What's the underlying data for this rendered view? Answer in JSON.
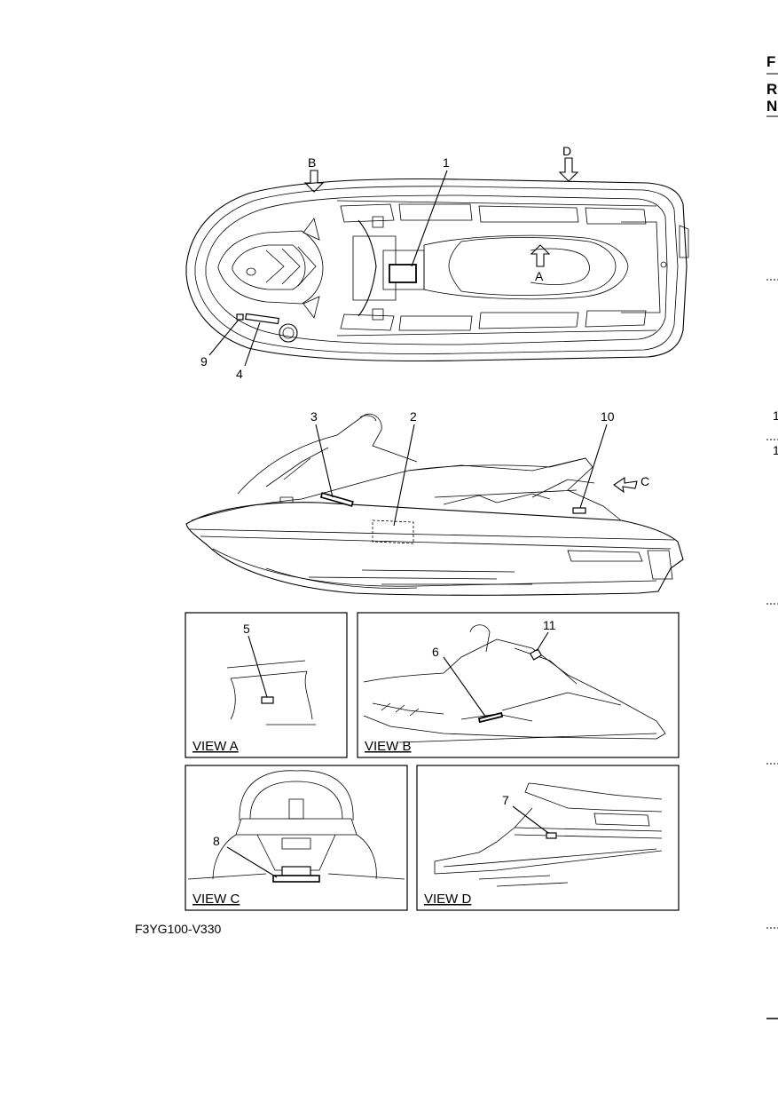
{
  "edge_tabs": [
    "F",
    "R",
    "N"
  ],
  "edge_marks": [
    "1",
    "1"
  ],
  "callouts": {
    "top_view": {
      "n1": "1",
      "n9": "9",
      "n4": "4",
      "A": "A",
      "B": "B",
      "D": "D"
    },
    "side_view": {
      "n3": "3",
      "n2": "2",
      "n10": "10",
      "C": "C"
    },
    "view_a": {
      "n5": "5"
    },
    "view_b": {
      "n6": "6",
      "n11": "11"
    },
    "view_c": {
      "n8": "8"
    },
    "view_d": {
      "n7": "7"
    }
  },
  "view_titles": {
    "a": "VIEW A",
    "b": "VIEW B",
    "c": "VIEW C",
    "d": "VIEW D"
  },
  "figure_code": "F3YG100-V330"
}
